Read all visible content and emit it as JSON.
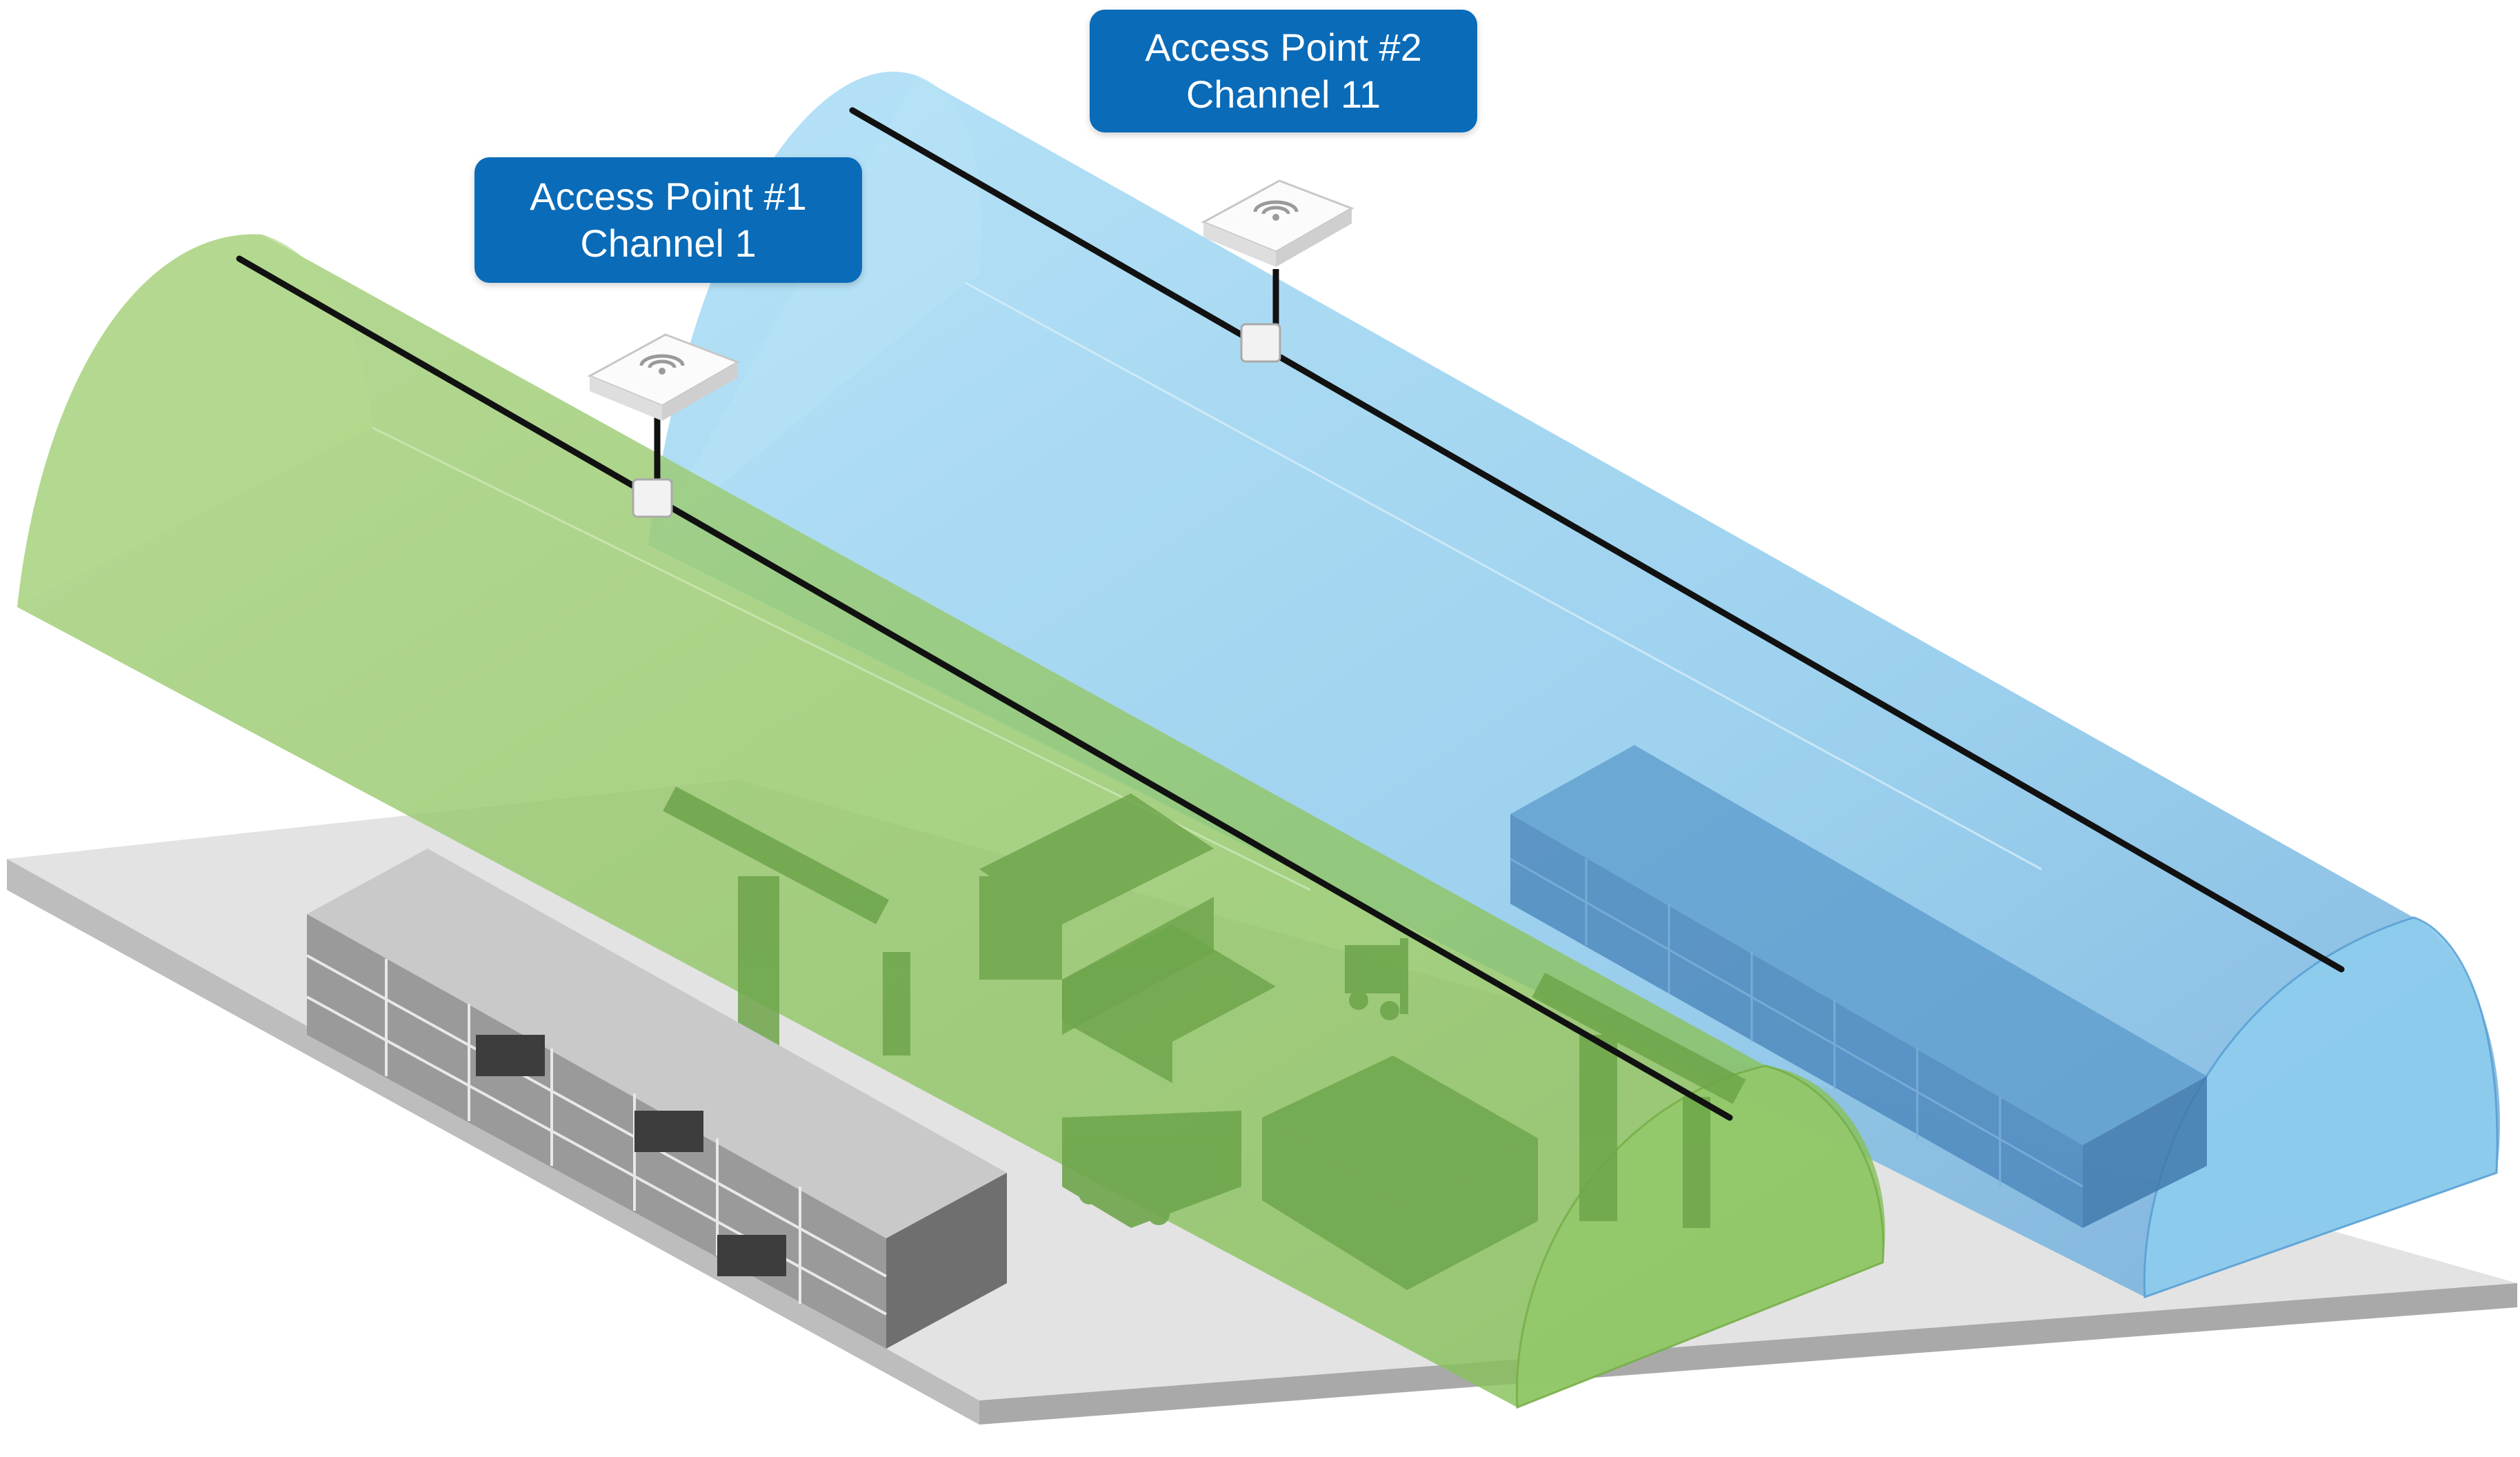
{
  "access_points": [
    {
      "title": "Access Point #1",
      "channel": "Channel 1",
      "color": "#8dc764"
    },
    {
      "title": "Access Point #2",
      "channel": "Channel 11",
      "color": "#7cc6ea"
    }
  ],
  "colors": {
    "label_bg": "#0a6bb8",
    "label_text": "#ffffff",
    "floor": "#e3e3e3",
    "floor_edge": "#bcbcbc",
    "coverage_green": "#8dc764",
    "coverage_blue": "#7cc6ea",
    "cable": "#111111"
  },
  "icons": [
    "wifi-access-point-icon",
    "container-stack-icon",
    "gantry-crane-icon",
    "forklift-icon",
    "truck-icon"
  ]
}
